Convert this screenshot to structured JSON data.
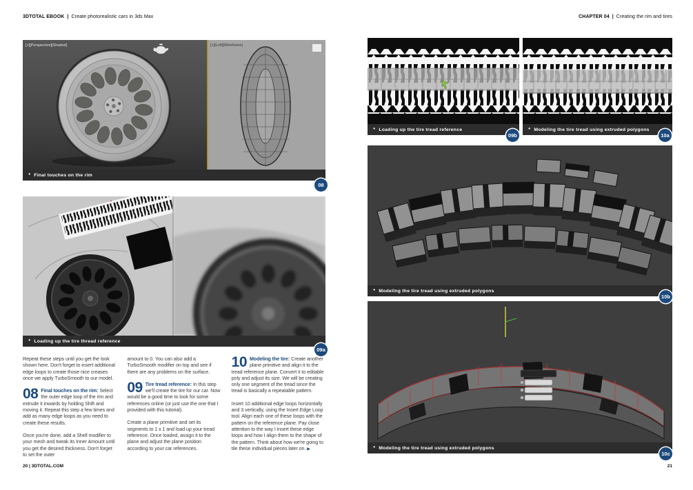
{
  "ui": {
    "caption_bullet": "●",
    "accent_color": "#1d4a7c",
    "caption_bar_color": "#2d2d2d",
    "page_background": "#ffffff"
  },
  "left_page": {
    "header": {
      "brand": "3DTOTAL EBOOK",
      "divider": "|",
      "subtitle": "Create photorealistic cars in 3ds Max"
    },
    "figure_08": {
      "badge": "08",
      "caption": "Final touches on the rim",
      "viewport_left_label": "[+][Perspective][Shaded]",
      "viewport_right_label": "[+][Left][Wireframe]"
    },
    "figure_09a": {
      "badge": "09a",
      "caption": "Loading up the tire thread reference"
    },
    "columns": {
      "col1": {
        "para1": "Repeat these steps until you get the look shown here. Don't forget to insert additional edge loops to create those nice creases once we apply TurboSmooth to our model.",
        "step_number": "08",
        "step_title": "Final touches on the rim:",
        "step_body": "Select the outer edge loop of the rim and extrude it inwards by holding Shift and moving it. Repeat this step a few times and add as many edge loops as you need to create these results.",
        "para2": "Once you're done, add a Shell modifier to your mesh and tweak its Inner Amount until you get the desired thickness. Don't forget to set the outer"
      },
      "col2": {
        "para1": "amount to 0. You can also add a TurboSmooth modifier on top and see if there are any problems on the surface.",
        "step_number": "09",
        "step_title": "Tire tread reference:",
        "step_body": "In this step we'll create the tire for our car. Now would be a good time to look for some references online (or just use the one that I provided with this tutorial).",
        "para2": "Create a plane primitive and set its segments to 1 x 1 and load up your tread reference. Once loaded, assign it to the plane and adjust the plane position according to your car references."
      },
      "col3": {
        "step_number": "10",
        "step_title": "Modeling the tire:",
        "step_body": "Create another plane primitive and align it to the tread reference plane. Convert it to editable poly and adjust its size. We will be creating only one segment of the tread since the tread is basically a repeatable pattern.",
        "para2": "Insert 10 additional edge loops horizontally and 3 vertically, using the Insert Edge Loop tool. Align each one of these loops with the pattern on the reference plane. Pay close attention to the way I insert these edge loops and how I align them to the shape of the pattern. Think about how we're going to tile these individual pieces later on.",
        "end_marker": "▶"
      }
    },
    "footer": "20 | 3DTOTAL.COM"
  },
  "right_page": {
    "header": {
      "chapter": "CHAPTER 04",
      "divider": "|",
      "subtitle": "Creating the rim and tires"
    },
    "figure_09b": {
      "badge": "09b",
      "caption": "Loading up the tire tread reference"
    },
    "figure_10a": {
      "badge": "10a",
      "caption": "Modeling the tire tread using extruded polygons"
    },
    "figure_10b": {
      "badge": "10b",
      "caption": "Modeling the tire tread using extruded polygons"
    },
    "figure_10c": {
      "badge": "10c",
      "caption": "Modeling the tire tread using extruded polygons"
    },
    "footer": "21"
  }
}
